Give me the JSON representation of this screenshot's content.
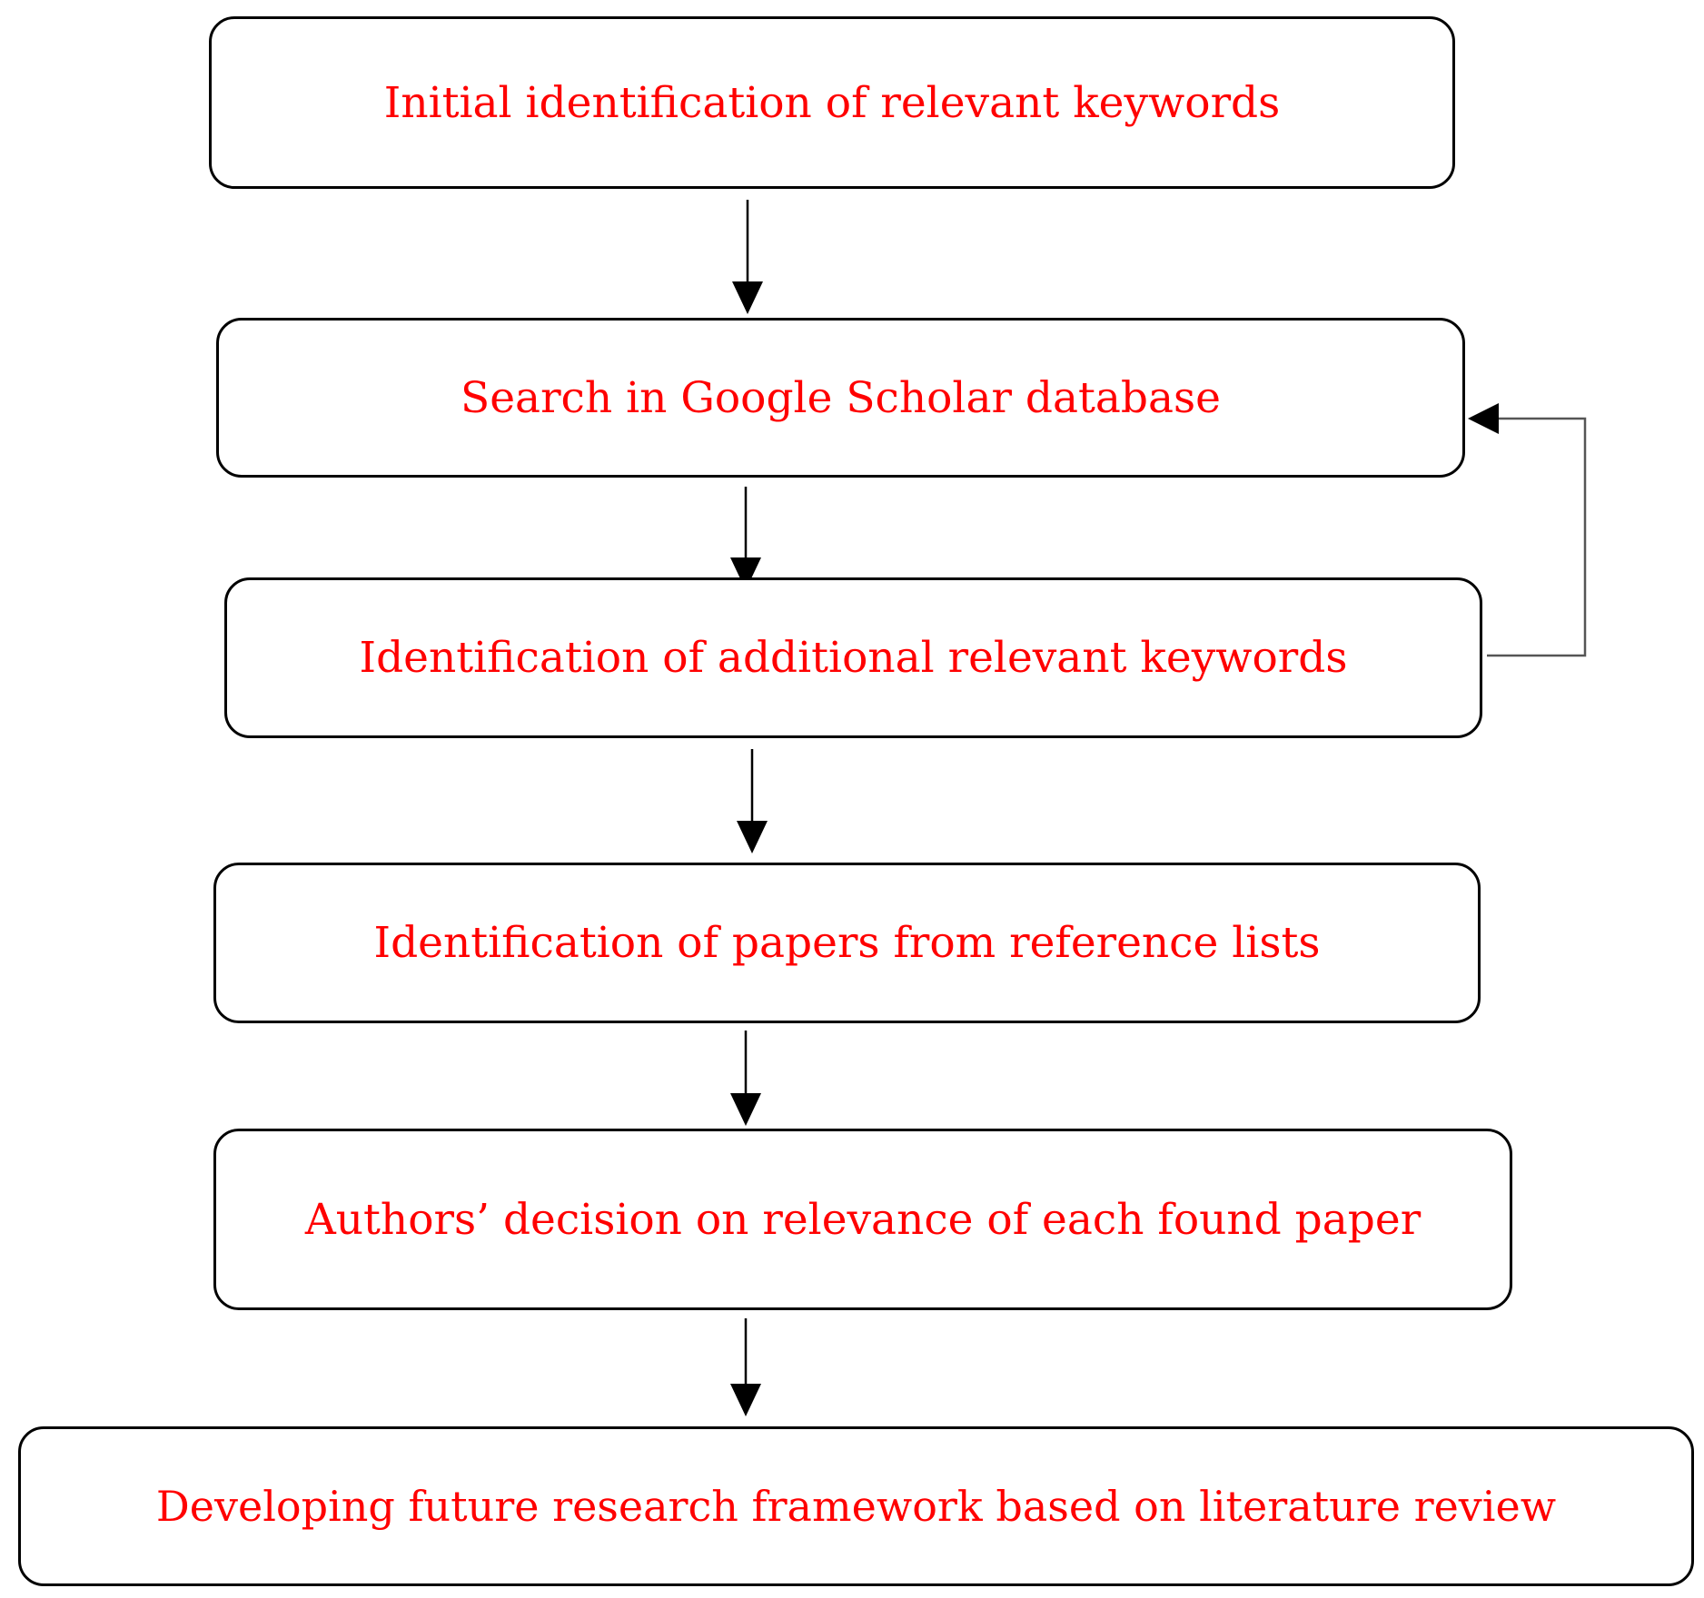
{
  "diagram": {
    "steps": [
      {
        "id": "s1",
        "label": "Initial identification of relevant keywords"
      },
      {
        "id": "s2",
        "label": "Search in Google Scholar database"
      },
      {
        "id": "s3",
        "label": "Identification of additional relevant keywords"
      },
      {
        "id": "s4",
        "label": "Identification of papers from reference lists"
      },
      {
        "id": "s5",
        "label": "Authors’ decision on relevance of each found paper"
      },
      {
        "id": "s6",
        "label": "Developing future research framework based on literature review"
      }
    ],
    "edges": [
      {
        "from": "s1",
        "to": "s2"
      },
      {
        "from": "s2",
        "to": "s3"
      },
      {
        "from": "s3",
        "to": "s2",
        "kind": "feedback"
      },
      {
        "from": "s3",
        "to": "s4"
      },
      {
        "from": "s4",
        "to": "s5"
      },
      {
        "from": "s5",
        "to": "s6"
      }
    ],
    "colors": {
      "label": "#ff0000",
      "border": "#000000",
      "arrow": "#000000",
      "feedback_line": "#555555"
    }
  }
}
